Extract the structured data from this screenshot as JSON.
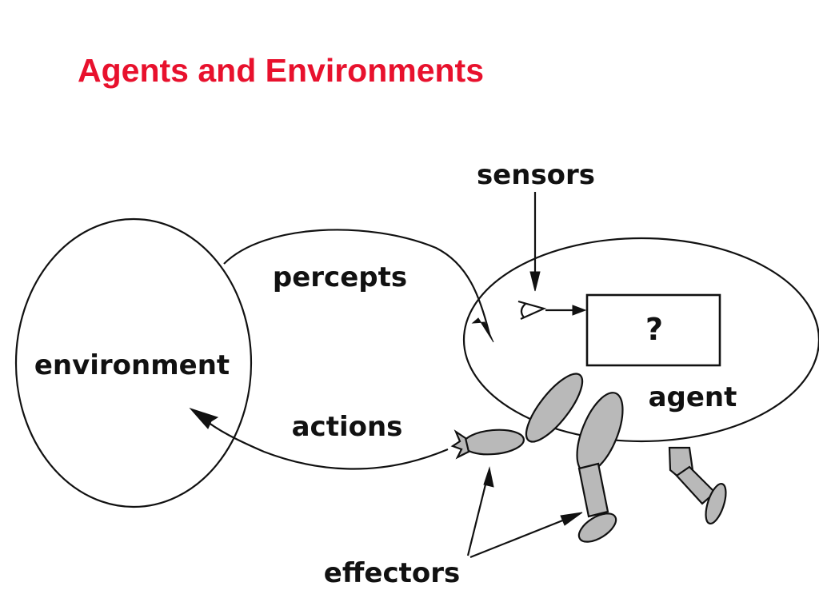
{
  "slide": {
    "title": "Agents and Environments",
    "title_color": "#e8112d"
  },
  "diagram": {
    "environment_label": "environment",
    "agent_label": "agent",
    "percepts_label": "percepts",
    "actions_label": "actions",
    "sensors_label": "sensors",
    "effectors_label": "effectors",
    "unknown_box_label": "?",
    "limb_color": "#b9b9b9",
    "line_color": "#111111"
  }
}
